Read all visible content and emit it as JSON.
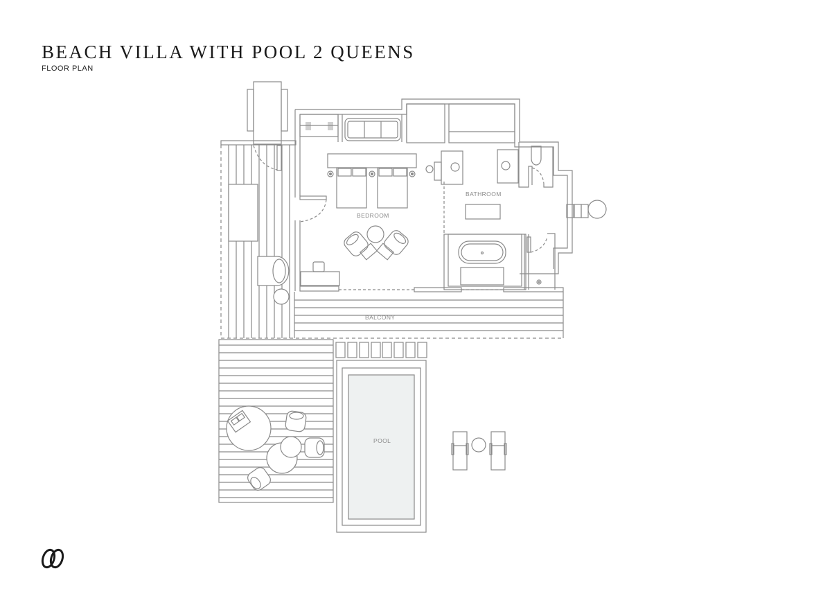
{
  "header": {
    "title": "BEACH VILLA WITH POOL 2 QUEENS",
    "subtitle": "FLOOR PLAN"
  },
  "rooms": {
    "bedroom": "BEDROOM",
    "bathroom": "BATHROOM",
    "balcony": "BALCONY",
    "pool": "POOL"
  },
  "logo": {
    "icon": "interlocking-rings-logo-icon",
    "color": "#1a1a1a"
  },
  "colors": {
    "line": "#8a8a8a",
    "pool_fill": "#eef1f1",
    "background": "#ffffff"
  }
}
